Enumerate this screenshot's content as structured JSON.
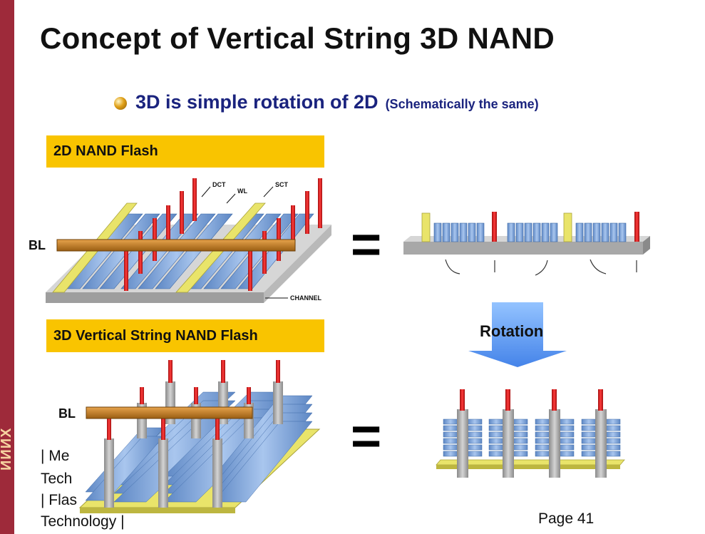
{
  "slide": {
    "title": "Concept of Vertical String 3D NAND",
    "bullet_main": "3D is simple rotation of 2D",
    "bullet_sub": "(Schematically the same)",
    "page": "Page 41"
  },
  "diagram_2d": {
    "box_label": "2D NAND Flash",
    "bl_label": "BL",
    "dct_label": "DCT",
    "wl_label": "WL",
    "sct_label": "SCT",
    "channel_label": "CHANNEL"
  },
  "diagram_3d": {
    "box_label": "3D Vertical String NAND Flash",
    "bl_label": "BL"
  },
  "equals_top": "=",
  "equals_bottom": "=",
  "rotation_label": "Rotation",
  "footer": {
    "line1": "| Me",
    "line2": "Tech",
    "line3": "| Flas",
    "line4": "Technology |"
  },
  "side_logo": "ИИИX",
  "colors": {
    "title": "#111111",
    "bullet": "#1a237e",
    "label_box": "#f9c400",
    "side_bar": "#9e2a3a",
    "cell_blue": "#7fa6d8",
    "contact_red": "#d81b1b",
    "bl_orange": "#c8842a",
    "arrow_blue": "#6ea8ff"
  }
}
